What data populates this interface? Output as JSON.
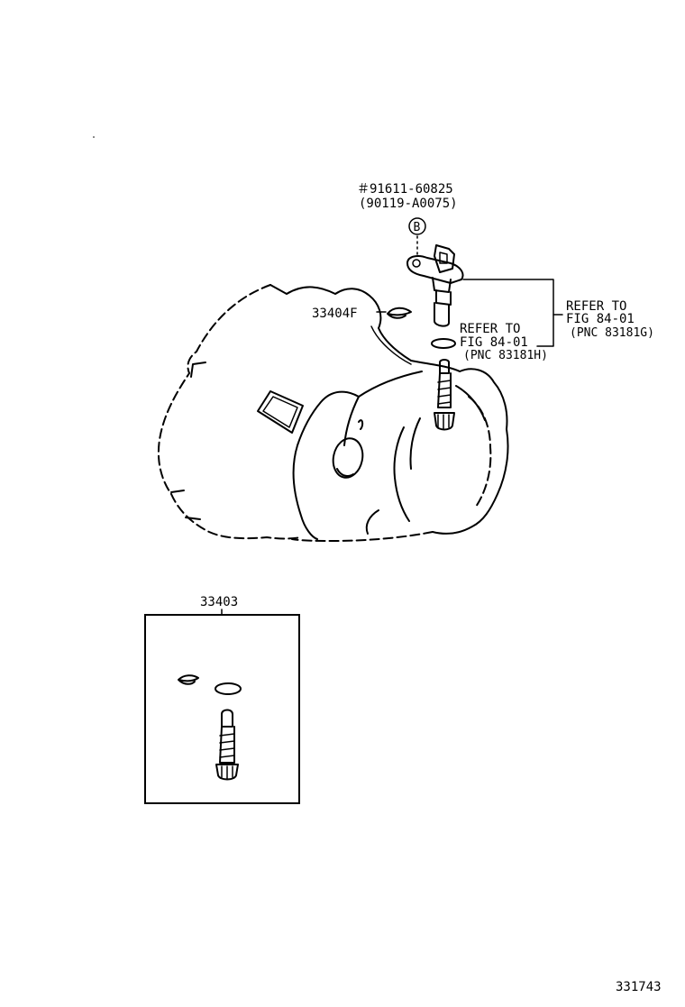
{
  "callouts": {
    "bolt_part": "＃91611-60825",
    "bolt_alt_part": "(90119-A0075)",
    "bolt_marker": "B",
    "clip_part": "33404F",
    "refer1_line1": "REFER TO",
    "refer1_line2": "FIG 84-01",
    "refer1_line3": "(PNC 83181H)",
    "refer2_line1": "REFER TO",
    "refer2_line2": "FIG 84-01",
    "refer2_line3": "(PNC 83181G)",
    "kit_part": "33403"
  },
  "figure_number": "331743"
}
